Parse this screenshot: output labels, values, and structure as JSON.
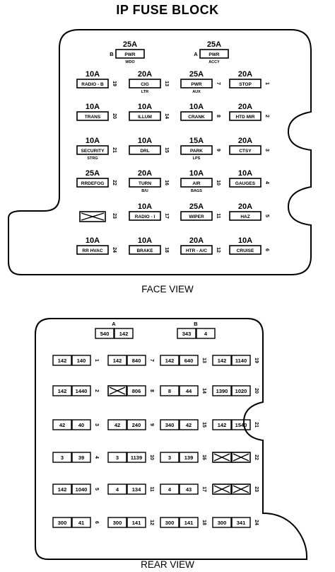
{
  "title": "IP FUSE BLOCK",
  "face_label": "FACE VIEW",
  "rear_label": "REAR VIEW",
  "face_top": [
    {
      "pos": "B",
      "amp": "25A",
      "label": "PWR",
      "sub": "WDO"
    },
    {
      "pos": "A",
      "amp": "25A",
      "label": "PWR",
      "sub": "ACCY"
    }
  ],
  "face_grid": [
    [
      {
        "amp": "10A",
        "label": "RADIO - B",
        "sub": "",
        "num": "19"
      },
      {
        "amp": "20A",
        "label": "CIG",
        "sub": "LTR",
        "num": "13"
      },
      {
        "amp": "25A",
        "label": "PWR",
        "sub": "AUX",
        "num": "7"
      },
      {
        "amp": "20A",
        "label": "STOP",
        "sub": "",
        "num": "1"
      }
    ],
    [
      {
        "amp": "10A",
        "label": "TRANS",
        "sub": "",
        "num": "20"
      },
      {
        "amp": "10A",
        "label": "ILLUM",
        "sub": "",
        "num": "14"
      },
      {
        "amp": "10A",
        "label": "CRANK",
        "sub": "",
        "num": "8"
      },
      {
        "amp": "20A",
        "label": "HTD MIR",
        "sub": "",
        "num": "2"
      }
    ],
    [
      {
        "amp": "10A",
        "label": "SECURITY",
        "sub": "STRG",
        "num": "21"
      },
      {
        "amp": "10A",
        "label": "DRL",
        "sub": "",
        "num": "15"
      },
      {
        "amp": "15A",
        "label": "PARK",
        "sub": "LPS",
        "num": "9"
      },
      {
        "amp": "20A",
        "label": "CTSY",
        "sub": "",
        "num": "3"
      }
    ],
    [
      {
        "amp": "25A",
        "label": "RRDEFOG",
        "sub": "",
        "num": "22"
      },
      {
        "amp": "20A",
        "label": "TURN",
        "sub": "B/U",
        "num": "16"
      },
      {
        "amp": "10A",
        "label": "AIR",
        "sub": "BAGS",
        "num": "10"
      },
      {
        "amp": "10A",
        "label": "GAUGES",
        "sub": "",
        "num": "4"
      }
    ],
    [
      {
        "amp": "",
        "label": "",
        "sub": "",
        "num": "23",
        "x": true
      },
      {
        "amp": "10A",
        "label": "RADIO - I",
        "sub": "",
        "num": "17"
      },
      {
        "amp": "25A",
        "label": "WIPER",
        "sub": "",
        "num": "11"
      },
      {
        "amp": "20A",
        "label": "HAZ",
        "sub": "",
        "num": "5"
      }
    ],
    [
      {
        "amp": "10A",
        "label": "RR HVAC",
        "sub": "",
        "num": "24"
      },
      {
        "amp": "10A",
        "label": "BRAKE",
        "sub": "",
        "num": "18"
      },
      {
        "amp": "20A",
        "label": "HTR - A/C",
        "sub": "",
        "num": "12"
      },
      {
        "amp": "10A",
        "label": "CRUISE",
        "sub": "",
        "num": "6"
      }
    ]
  ],
  "rear_top": [
    {
      "pos": "A",
      "a": "540",
      "b": "142"
    },
    {
      "pos": "B",
      "a": "343",
      "b": "4"
    }
  ],
  "rear_grid": [
    [
      {
        "a": "142",
        "b": "140",
        "num": "1"
      },
      {
        "a": "142",
        "b": "840",
        "num": "7"
      },
      {
        "a": "142",
        "b": "640",
        "num": "13"
      },
      {
        "a": "142",
        "b": "1140",
        "num": "19"
      }
    ],
    [
      {
        "a": "142",
        "b": "1440",
        "num": "2"
      },
      {
        "a": "X",
        "b": "806",
        "num": "8"
      },
      {
        "a": "8",
        "b": "44",
        "num": "14"
      },
      {
        "a": "1390",
        "b": "1020",
        "num": "20"
      }
    ],
    [
      {
        "a": "42",
        "b": "40",
        "num": "3"
      },
      {
        "a": "42",
        "b": "240",
        "num": "9"
      },
      {
        "a": "340",
        "b": "42",
        "num": "15"
      },
      {
        "a": "142",
        "b": "1540",
        "num": "21"
      }
    ],
    [
      {
        "a": "3",
        "b": "39",
        "num": "4"
      },
      {
        "a": "3",
        "b": "1139",
        "num": "10"
      },
      {
        "a": "3",
        "b": "139",
        "num": "16"
      },
      {
        "a": "X",
        "b": "X",
        "num": "22"
      }
    ],
    [
      {
        "a": "142",
        "b": "1040",
        "num": "5"
      },
      {
        "a": "4",
        "b": "134",
        "num": "11"
      },
      {
        "a": "4",
        "b": "43",
        "num": "17"
      },
      {
        "a": "X",
        "b": "X",
        "num": "23"
      }
    ],
    [
      {
        "a": "300",
        "b": "41",
        "num": "6"
      },
      {
        "a": "300",
        "b": "141",
        "num": "12"
      },
      {
        "a": "300",
        "b": "141",
        "num": "18"
      },
      {
        "a": "300",
        "b": "341",
        "num": "24"
      }
    ]
  ]
}
